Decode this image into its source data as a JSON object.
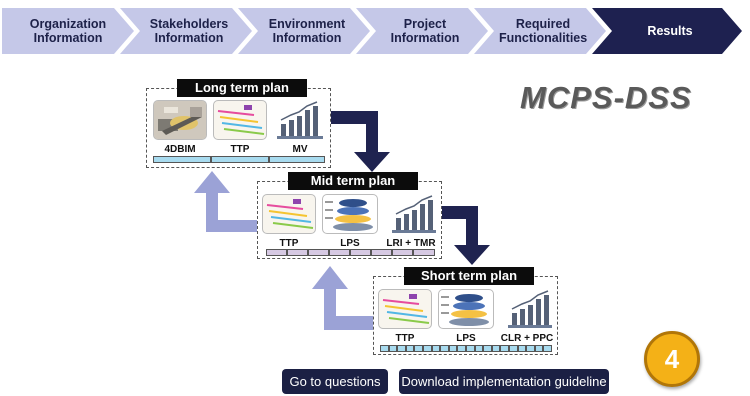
{
  "steps": [
    {
      "label": "Organization Information"
    },
    {
      "label": "Stakeholders Information"
    },
    {
      "label": "Environment Information"
    },
    {
      "label": "Project Information"
    },
    {
      "label": "Required Functionalities"
    },
    {
      "label": "Results",
      "active": true
    }
  ],
  "app_title": "MCPS-DSS",
  "plans": {
    "long": {
      "title": "Long term plan",
      "items": [
        "4DBIM",
        "TTP",
        "MV"
      ]
    },
    "mid": {
      "title": "Mid term plan",
      "items": [
        "TTP",
        "LPS",
        "LRI + TMR"
      ]
    },
    "short": {
      "title": "Short term plan",
      "items": [
        "TTP",
        "LPS",
        "CLR + PPC"
      ]
    }
  },
  "buttons": {
    "questions": "Go to questions",
    "guideline": "Download implementation guideline"
  },
  "step_number": "4",
  "colors": {
    "step_light": "#c5c8e8",
    "step_active": "#1e2150",
    "arrow_dark": "#1f2350",
    "arrow_light": "#9ba2d6",
    "timeline_blue": "#a8dbef",
    "timeline_purple": "#d6c9e3",
    "badge": "#f4b117"
  }
}
